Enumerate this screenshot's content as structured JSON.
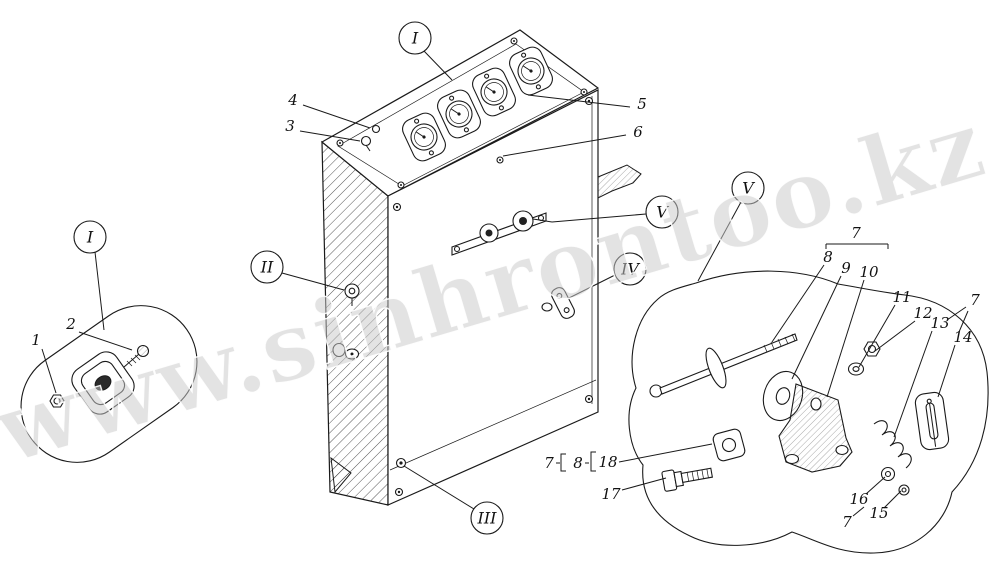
{
  "watermark": "www.sinhrontoo.kz",
  "callouts": {
    "top_gauge_detail": "I",
    "left_detail": "I",
    "latch_detail": "II",
    "corner_detail": "III",
    "clip_detail": "IV",
    "knob_detail": "V",
    "right_detail": "V"
  },
  "parts": {
    "1": "1",
    "2": "2",
    "3": "3",
    "4": "4",
    "5": "5",
    "6": "6",
    "7": "7",
    "8": "8",
    "9": "9",
    "10": "10",
    "11": "11",
    "12": "12",
    "13": "13",
    "14": "14",
    "15": "15",
    "16": "16",
    "17": "17",
    "18": "18"
  }
}
